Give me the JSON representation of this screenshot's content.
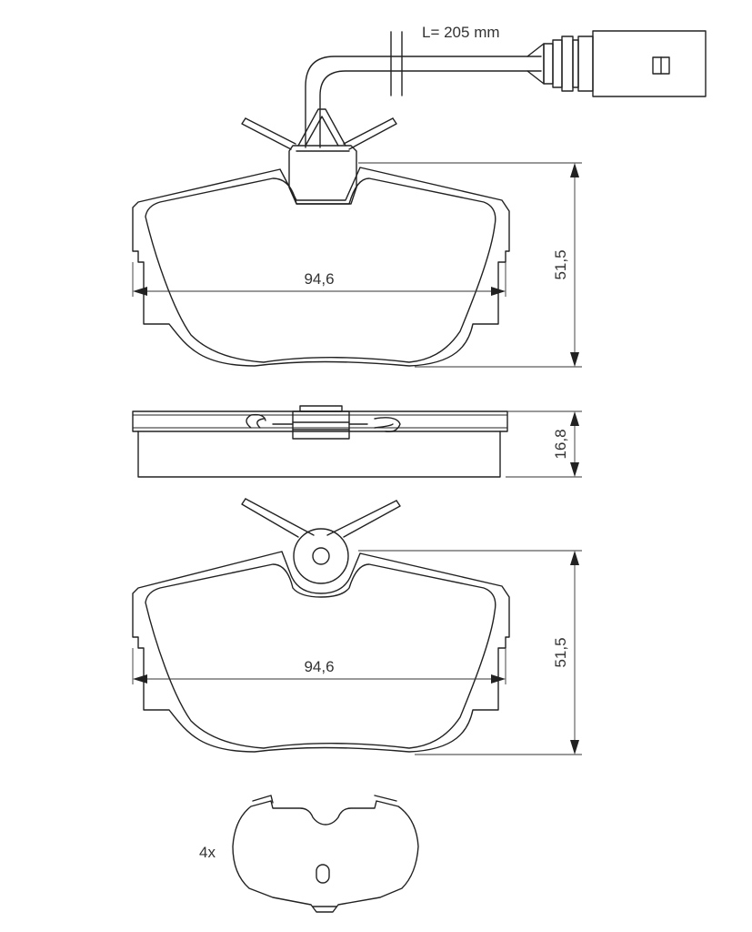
{
  "wire_length_label": "L= 205 mm",
  "pad_1": {
    "width_label": "94,6",
    "height_label": "51,5"
  },
  "side_view": {
    "thickness_label": "16,8"
  },
  "pad_2": {
    "width_label": "94,6",
    "height_label": "51,5"
  },
  "clip": {
    "quantity_label": "4x"
  }
}
